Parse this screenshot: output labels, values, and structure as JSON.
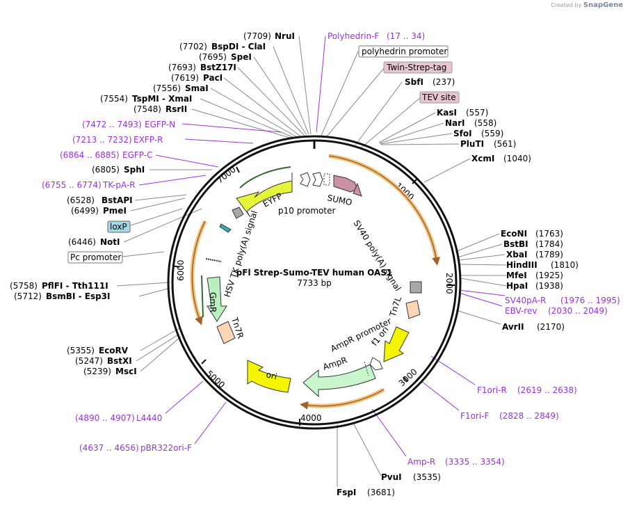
{
  "watermark": {
    "created_by": "Created by",
    "brand": "SnapGene"
  },
  "plasmid": {
    "name": "pFl Strep-Sumo-TEV human OAS1",
    "size": "7733 bp"
  },
  "ticks": [
    "1000",
    "2000",
    "3000",
    "4000",
    "5000",
    "6000",
    "7000"
  ],
  "enzymes": [
    {
      "pos": "(7709)",
      "name": "NruI"
    },
    {
      "pos": "(7702)",
      "name": "BspDI  -  ClaI"
    },
    {
      "pos": "(7695)",
      "name": "SpeI"
    },
    {
      "pos": "(7693)",
      "name": "BstZ17I"
    },
    {
      "pos": "(7619)",
      "name": "PacI"
    },
    {
      "pos": "(7556)",
      "name": "SmaI"
    },
    {
      "pos": "(7554)",
      "name": "TspMI  -  XmaI"
    },
    {
      "pos": "(7548)",
      "name": "RsrII"
    },
    {
      "pos": "(6805)",
      "name": "SphI"
    },
    {
      "pos": "(6528)",
      "name": "BstAPI"
    },
    {
      "pos": "(6499)",
      "name": "PmeI"
    },
    {
      "pos": "(6446)",
      "name": "NotI"
    },
    {
      "pos": "(5758)",
      "name": "PflFI  -  Tth111I"
    },
    {
      "pos": "(5712)",
      "name": "BsmBI  -  Esp3I"
    },
    {
      "pos": "(5355)",
      "name": "EcoRV"
    },
    {
      "pos": "(5247)",
      "name": "BstXI"
    },
    {
      "pos": "(5239)",
      "name": "MscI"
    },
    {
      "pos": "(237)",
      "name": "SbfI"
    },
    {
      "pos": "(557)",
      "name": "KasI"
    },
    {
      "pos": "(558)",
      "name": "NarI"
    },
    {
      "pos": "(559)",
      "name": "SfoI"
    },
    {
      "pos": "(561)",
      "name": "PluTI"
    },
    {
      "pos": "(1040)",
      "name": "XcmI"
    },
    {
      "pos": "(1763)",
      "name": "EcoNI"
    },
    {
      "pos": "(1784)",
      "name": "BstBI"
    },
    {
      "pos": "(1789)",
      "name": "XbaI"
    },
    {
      "pos": "(1810)",
      "name": "HindIII"
    },
    {
      "pos": "(1925)",
      "name": "MfeI"
    },
    {
      "pos": "(1938)",
      "name": "HpaI"
    },
    {
      "pos": "(2170)",
      "name": "AvrII"
    },
    {
      "pos": "(3535)",
      "name": "PvuI"
    },
    {
      "pos": "(3681)",
      "name": "FspI"
    }
  ],
  "primers": [
    {
      "name": "Polyhedrin-F",
      "range": "(17 .. 34)"
    },
    {
      "name": "EGFP-N",
      "range": "(7472 .. 7493)"
    },
    {
      "name": "EXFP-R",
      "range": "(7213 .. 7232)"
    },
    {
      "name": "EGFP-C",
      "range": "(6864 .. 6885)"
    },
    {
      "name": "TK-pA-R",
      "range": "(6755 .. 6774)"
    },
    {
      "name": "SV40pA-R",
      "range": "(1976 .. 1995)"
    },
    {
      "name": "EBV-rev",
      "range": "(2030 .. 2049)"
    },
    {
      "name": "F1ori-R",
      "range": "(2619 .. 2638)"
    },
    {
      "name": "F1ori-F",
      "range": "(2828 .. 2849)"
    },
    {
      "name": "Amp-R",
      "range": "(3335 .. 3354)"
    },
    {
      "name": "L4440",
      "range": "(4890 .. 4907)"
    },
    {
      "name": "pBR322ori-F",
      "range": "(4637 .. 4656)"
    }
  ],
  "boxed_features": {
    "polyhedrin_promoter": "polyhedrin promoter",
    "twin_strep_tag": "Twin-Strep-tag",
    "tev_site": "TEV site",
    "loxp": "loxP",
    "pc_promoter": "Pc promoter"
  },
  "features": {
    "eyfp": "EYFP",
    "p10_promoter": "p10 promoter",
    "sumo": "SUMO",
    "sv40_polya": "SV40 poly(A) signal",
    "hsv_tk_polya": "HSV TK poly(A) signal",
    "gmr": "GmR",
    "tn7r": "Tn7R",
    "tn7l": "Tn7L",
    "f1_ori": "f1 ori",
    "ampr_promoter": "AmpR promoter",
    "ampr": "AmpR",
    "ori": "ori"
  },
  "colors": {
    "primer": "#9b30d9",
    "eyfp": "#e6f53a",
    "sumo": "#c990a6",
    "gmr": "#b8f0c0",
    "ampr": "#c8f5cc",
    "ori": "#f5f500",
    "tn7": "#fad6b4",
    "orf_arc": "#f2c27a",
    "box_pink": "#e8c6d0",
    "box_blue": "#a8d8e8"
  }
}
